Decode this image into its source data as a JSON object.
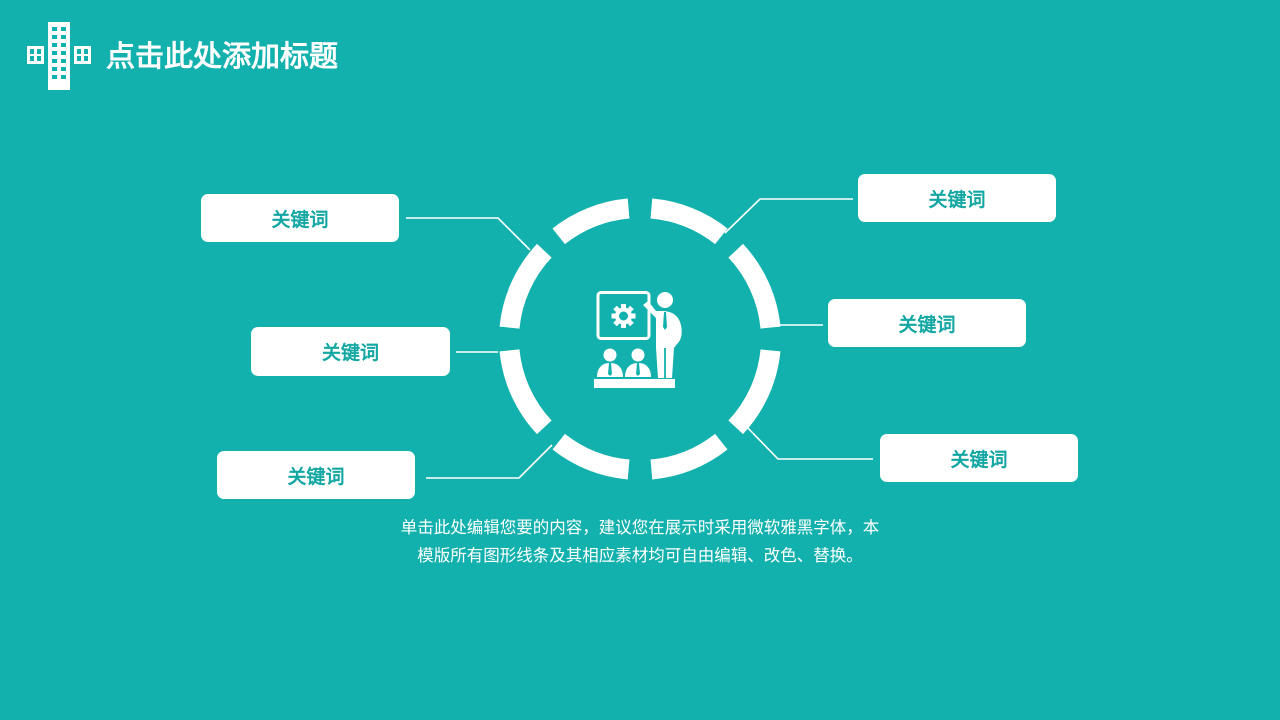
{
  "header": {
    "title": "点击此处添加标题",
    "logo_icon": "building-icon"
  },
  "diagram": {
    "center_icon": "presentation-teacher-icon",
    "ring_segments": 8,
    "colors": {
      "background": "#13b1ad",
      "foreground": "#ffffff",
      "keyword_text": "#13a7a3"
    },
    "keywords": [
      {
        "label": "关键词",
        "position": "left-top"
      },
      {
        "label": "关键词",
        "position": "left-middle"
      },
      {
        "label": "关键词",
        "position": "left-bottom"
      },
      {
        "label": "关键词",
        "position": "right-top"
      },
      {
        "label": "关键词",
        "position": "right-middle"
      },
      {
        "label": "关键词",
        "position": "right-bottom"
      }
    ]
  },
  "description": {
    "line1": "单击此处编辑您要的内容，建议您在展示时采用微软雅黑字体，本",
    "line2": "模版所有图形线条及其相应素材均可自由编辑、改色、替换。"
  }
}
